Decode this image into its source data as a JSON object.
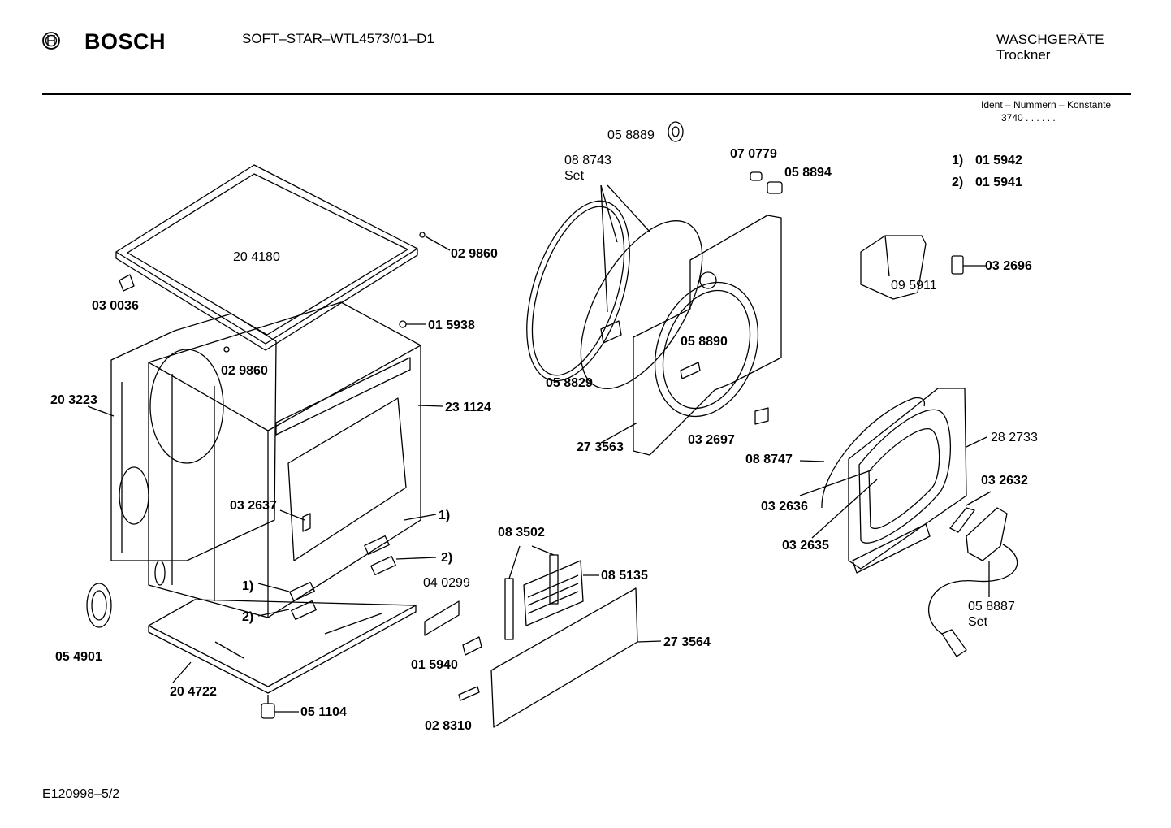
{
  "header": {
    "brand": "BOSCH",
    "model": "SOFT–STAR–WTL4573/01–D1",
    "category": "WASCHGERÄTE",
    "subcategory": "Trockner",
    "ident_label": "Ident – Nummern – Konstante",
    "ident_value": "3740 . .  . . . ."
  },
  "footer": {
    "code": "E120998–5/2"
  },
  "legend": [
    {
      "key": "1)",
      "part": "01 5942"
    },
    {
      "key": "2)",
      "part": "01 5941"
    }
  ],
  "labels": [
    {
      "id": "p-204180",
      "text": "20  4180",
      "bold": false
    },
    {
      "id": "p-029860a",
      "text": "02 9860",
      "bold": true
    },
    {
      "id": "p-030036",
      "text": "03 0036",
      "bold": true
    },
    {
      "id": "p-015938",
      "text": "01 5938",
      "bold": true
    },
    {
      "id": "p-029860b",
      "text": "02 9860",
      "bold": true
    },
    {
      "id": "p-203223",
      "text": "20 3223",
      "bold": true
    },
    {
      "id": "p-231124",
      "text": "23 1124",
      "bold": true
    },
    {
      "id": "p-032637",
      "text": "03 2637",
      "bold": true
    },
    {
      "id": "p-ref1a",
      "text": "1)",
      "bold": true
    },
    {
      "id": "p-ref2a",
      "text": "2)",
      "bold": true
    },
    {
      "id": "p-ref1b",
      "text": "1)",
      "bold": true
    },
    {
      "id": "p-ref2b",
      "text": "2)",
      "bold": true
    },
    {
      "id": "p-054901",
      "text": "05 4901",
      "bold": true
    },
    {
      "id": "p-204722",
      "text": "20 4722",
      "bold": true
    },
    {
      "id": "p-051104",
      "text": "05 1104",
      "bold": true
    },
    {
      "id": "p-040299",
      "text": "04 0299",
      "bold": false
    },
    {
      "id": "p-015940",
      "text": "01 5940",
      "bold": true
    },
    {
      "id": "p-028310",
      "text": "02 8310",
      "bold": true
    },
    {
      "id": "p-083502",
      "text": "08 3502",
      "bold": true
    },
    {
      "id": "p-085135",
      "text": "08 5135",
      "bold": true
    },
    {
      "id": "p-273564",
      "text": "27 3564",
      "bold": true
    },
    {
      "id": "p-058889",
      "text": "05 8889",
      "bold": false
    },
    {
      "id": "p-088743",
      "text": "08 8743",
      "bold": false
    },
    {
      "id": "p-set1",
      "text": "Set",
      "bold": false
    },
    {
      "id": "p-070779",
      "text": "07 0779",
      "bold": true
    },
    {
      "id": "p-058894",
      "text": "05 8894",
      "bold": true
    },
    {
      "id": "p-058829",
      "text": "05 8829",
      "bold": true
    },
    {
      "id": "p-058890",
      "text": "05 8890",
      "bold": true
    },
    {
      "id": "p-273563",
      "text": "27 3563",
      "bold": true
    },
    {
      "id": "p-032697",
      "text": "03 2697",
      "bold": true
    },
    {
      "id": "p-095911",
      "text": "09 5911",
      "bold": false
    },
    {
      "id": "p-032696",
      "text": "03 2696",
      "bold": true
    },
    {
      "id": "p-282733",
      "text": "28 2733",
      "bold": false
    },
    {
      "id": "p-088747",
      "text": "08 8747",
      "bold": true
    },
    {
      "id": "p-032632",
      "text": "03 2632",
      "bold": true
    },
    {
      "id": "p-032636",
      "text": "03 2636",
      "bold": true
    },
    {
      "id": "p-032635",
      "text": "03 2635",
      "bold": true
    },
    {
      "id": "p-058887",
      "text": "05 8887",
      "bold": false
    },
    {
      "id": "p-set2",
      "text": "Set",
      "bold": false
    }
  ]
}
